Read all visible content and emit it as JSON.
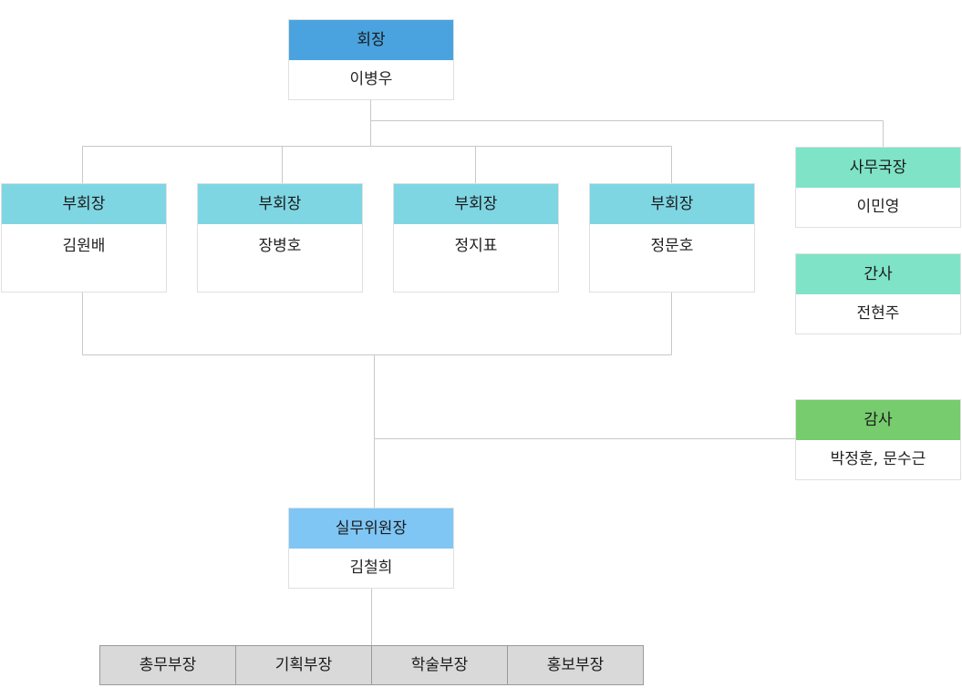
{
  "colors": {
    "president": "#4aa3df",
    "vice": "#7fd6e3",
    "office": "#7fe3c7",
    "audit": "#77cc6e",
    "committee": "#7fc6f5",
    "dept": "#d9d9d9",
    "line": "#c8c8c8"
  },
  "president": {
    "title": "회장",
    "name": "이병우"
  },
  "vice_presidents": [
    {
      "title": "부회장",
      "name": "김원배"
    },
    {
      "title": "부회장",
      "name": "장병호"
    },
    {
      "title": "부회장",
      "name": "정지표"
    },
    {
      "title": "부회장",
      "name": "정문호"
    }
  ],
  "secretary_general": {
    "title": "사무국장",
    "name": "이민영"
  },
  "secretary": {
    "title": "간사",
    "name": "전현주"
  },
  "auditor": {
    "title": "감사",
    "name": "박정훈, 문수근"
  },
  "committee_chair": {
    "title": "실무위원장",
    "name": "김철희"
  },
  "departments": [
    "총무부장",
    "기획부장",
    "학술부장",
    "홍보부장"
  ]
}
